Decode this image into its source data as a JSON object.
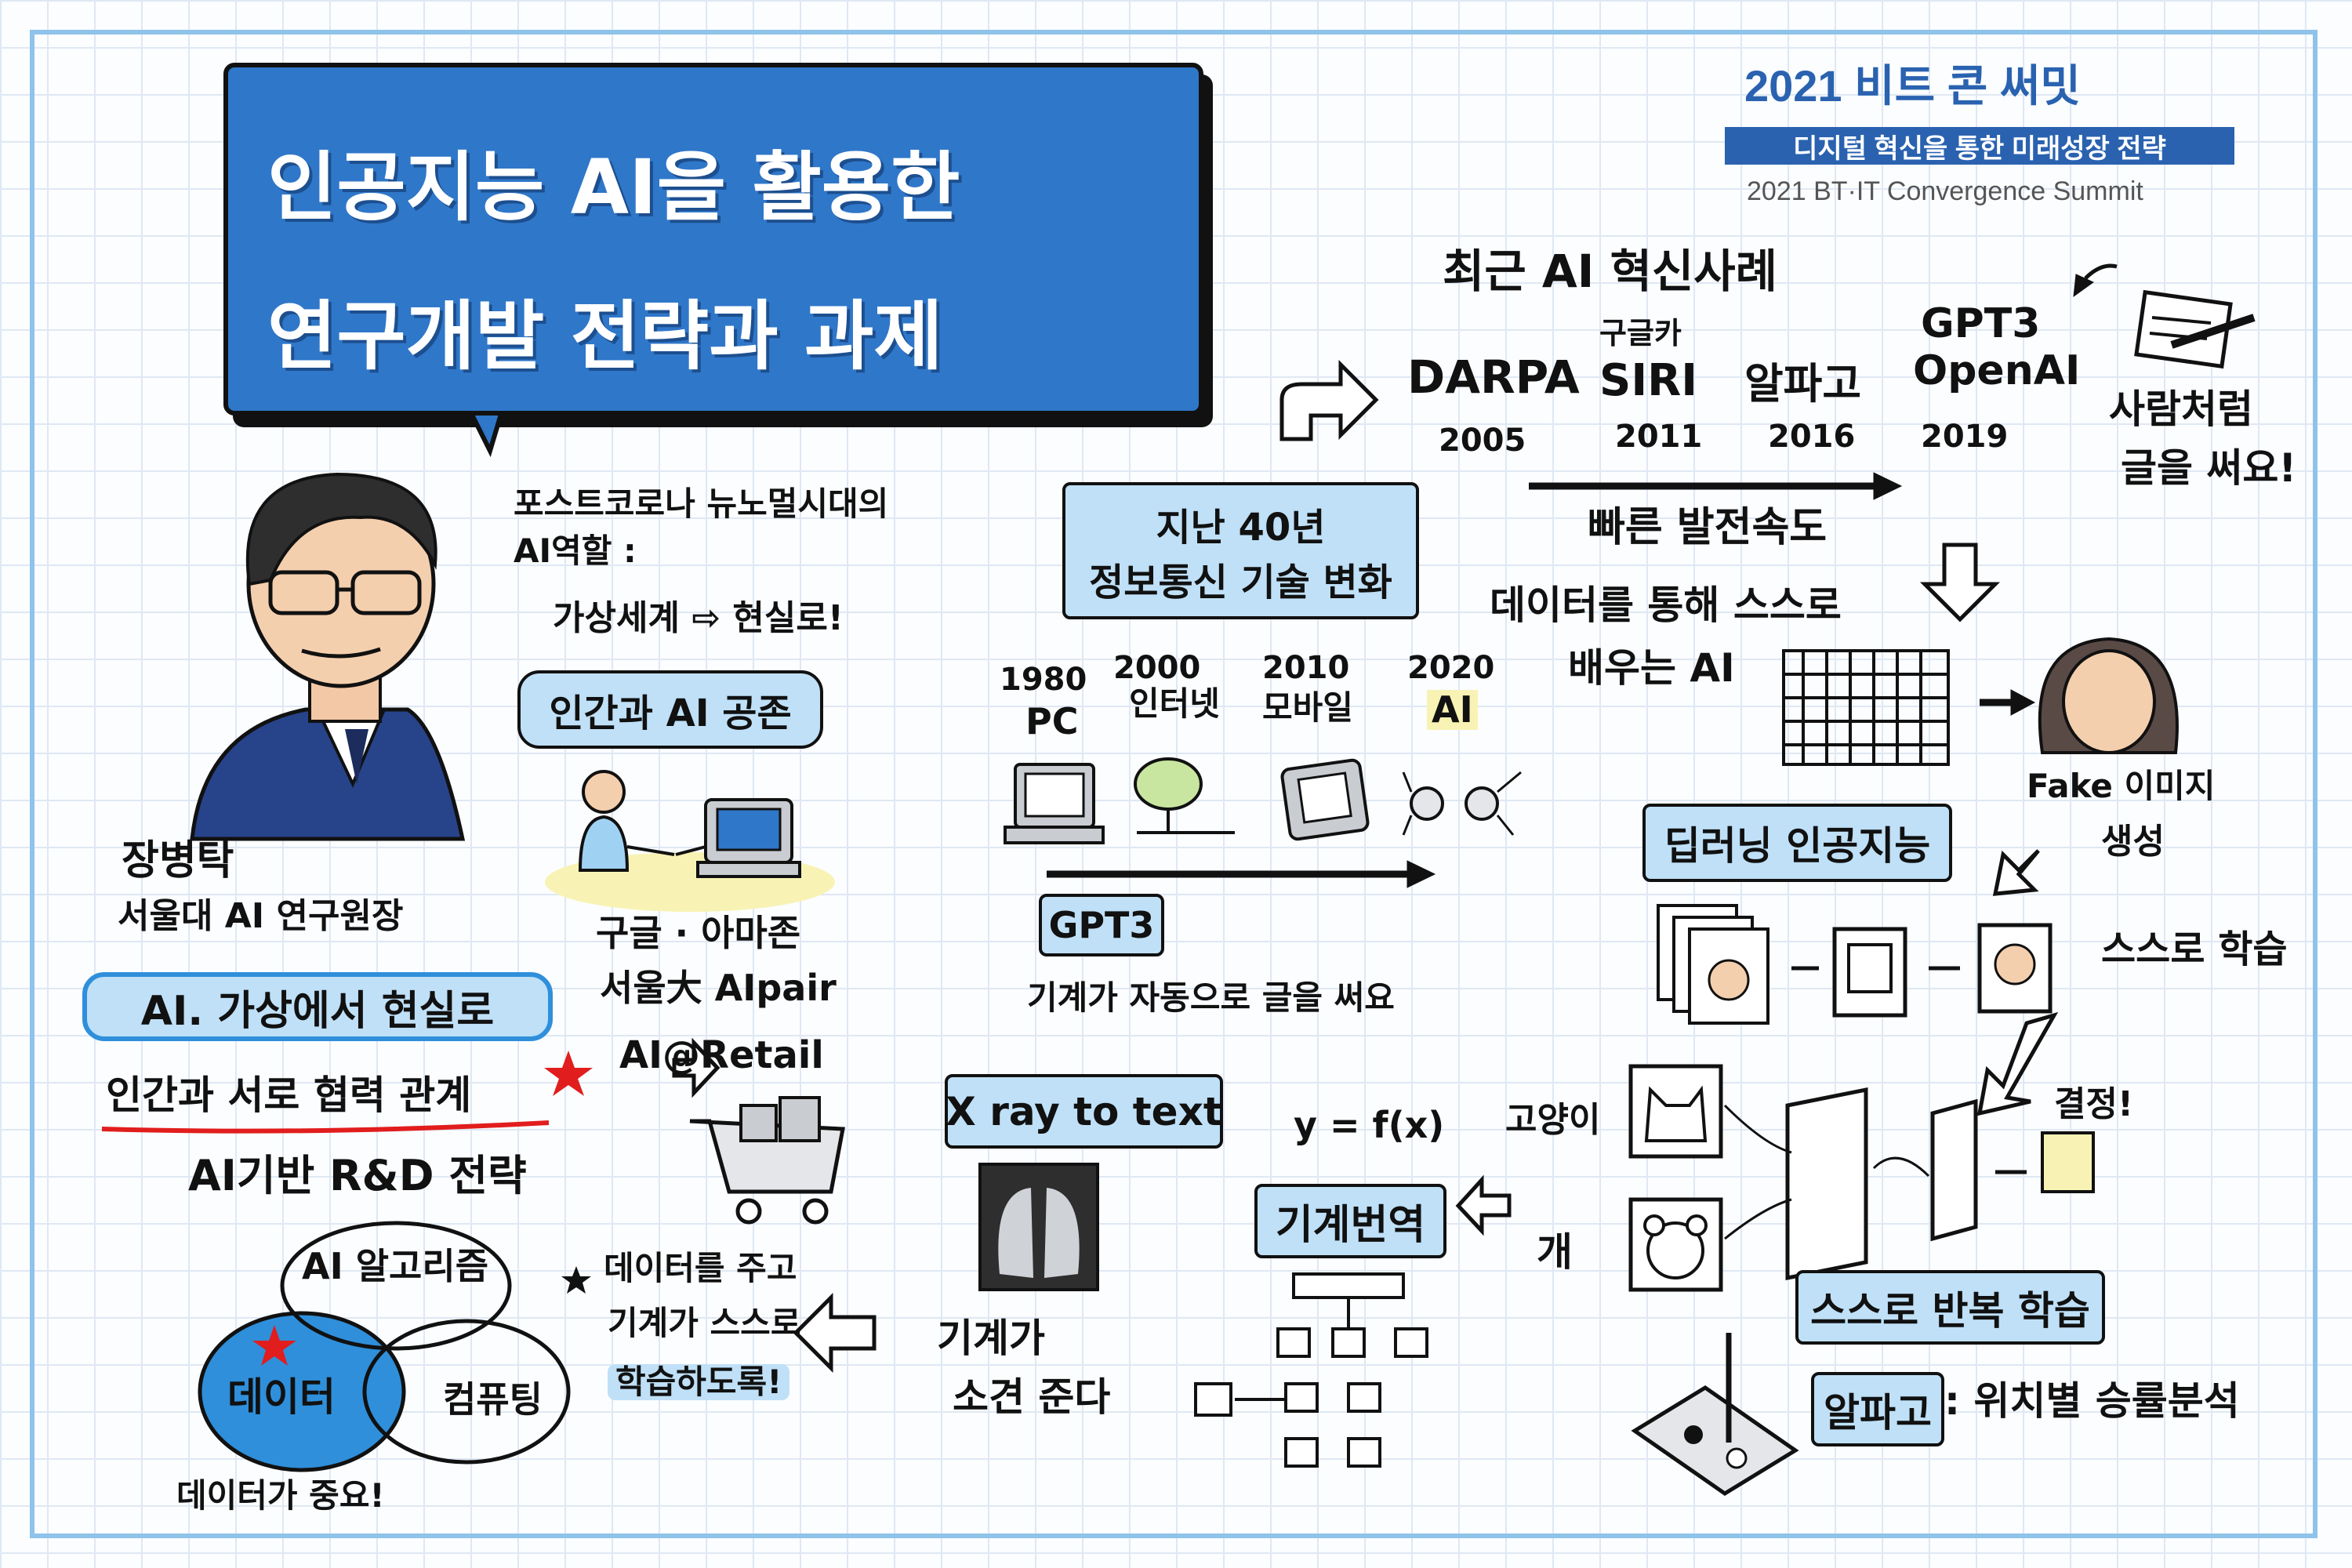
{
  "header": {
    "title_line1": "인공지능 AI을  활용한",
    "title_line2": "연구개발 전략과 과제"
  },
  "summit": {
    "title": "2021 비트 콘 써밋",
    "subtitle": "디지털 혁신을 통한 미래성장 전략",
    "english": "2021 BT·IT Convergence Summit"
  },
  "speaker": {
    "name": "장병탁",
    "affiliation": "서울대  AI 연구원장"
  },
  "left": {
    "highlight": "AI. 가상에서 현실로",
    "cooperation": "인간과 서로 협력 관계",
    "strategy": "AI기반  R&D 전략",
    "venn_algorithm": "AI 알고리즘",
    "venn_data": "데이터",
    "venn_computing": "컴퓨팅",
    "data_important": "데이터가 중요!"
  },
  "post_corona": {
    "line1": "포스트코로나 뉴노멀시대의",
    "line2": "AI역할 :",
    "virtual_to_real": "가상세계 ⇨ 현실로!",
    "coexist": "인간과 AI 공존",
    "companies_line1": "구글 · 아마존",
    "companies_line2": "서울大 AIpair",
    "retail": "AI@Retail"
  },
  "data_learning": {
    "line1": "데이터를 주고",
    "line2": "기계가 스스로",
    "line3": "학습하도록!"
  },
  "tech40": {
    "label_line1": "지난 40년",
    "label_line2": "정보통신 기술 변화",
    "eras": [
      {
        "year": "1980",
        "label": "PC"
      },
      {
        "year": "2000",
        "label": "인터넷"
      },
      {
        "year": "2010",
        "label": "모바일"
      },
      {
        "year": "2020",
        "label": "AI"
      }
    ],
    "gpt3": "GPT3",
    "auto_write": "기계가 자동으로 글을 써요"
  },
  "recent_ai": {
    "heading": "최근 AI 혁신사례",
    "cases": [
      {
        "name": "DARPA",
        "sub": "",
        "year": "2005"
      },
      {
        "name": "SIRI",
        "sub": "구글카",
        "year": "2011"
      },
      {
        "name": "알파고",
        "sub": "",
        "year": "2016"
      },
      {
        "name": "GPT3",
        "sub": "OpenAI",
        "year": "2019"
      }
    ],
    "fast_speed": "빠른 발전속도",
    "write_like_human_line1": "사람처럼",
    "write_like_human_line2": "글을 써요!"
  },
  "self_learning": {
    "line1": "데이터를 통해 스스로",
    "line2": "배우는 AI",
    "fake_line1": "Fake 이미지",
    "fake_line2": "생성",
    "deep_learning": "딥러닝 인공지능",
    "self_study": "스스로 학습",
    "cat": "고양이",
    "dog": "개",
    "decision": "결정!",
    "repeat": "스스로 반복 학습",
    "alphago": "알파고",
    "position_analysis": ": 위치별 승률분석"
  },
  "machine": {
    "formula": "y = f(x)",
    "translation": "기계번역",
    "xray": "X ray to text",
    "opinion_line1": "기계가",
    "opinion_line2": "소견 준다"
  }
}
